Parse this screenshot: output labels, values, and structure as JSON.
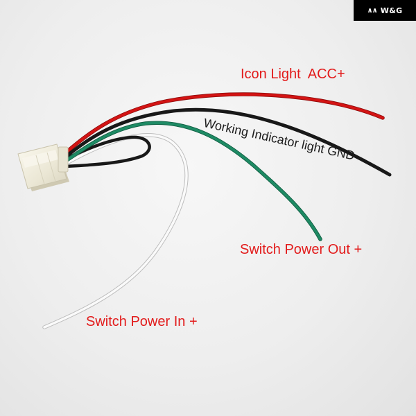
{
  "brand": {
    "mark": "∧∧",
    "name": "W&G"
  },
  "labels": {
    "red_wire": "Icon Light  ACC+",
    "black_wire": "Working Indicator light GND –",
    "green_wire": "Switch Power Out +",
    "white_wire": "Switch Power In +"
  },
  "colors": {
    "label_red": "#e21b1b",
    "label_dark": "#1c1c1c",
    "wire_red": "#d31414",
    "wire_black": "#181818",
    "wire_green": "#1e8a64",
    "wire_white": "#fafafa",
    "connector": "#f1eedf"
  }
}
